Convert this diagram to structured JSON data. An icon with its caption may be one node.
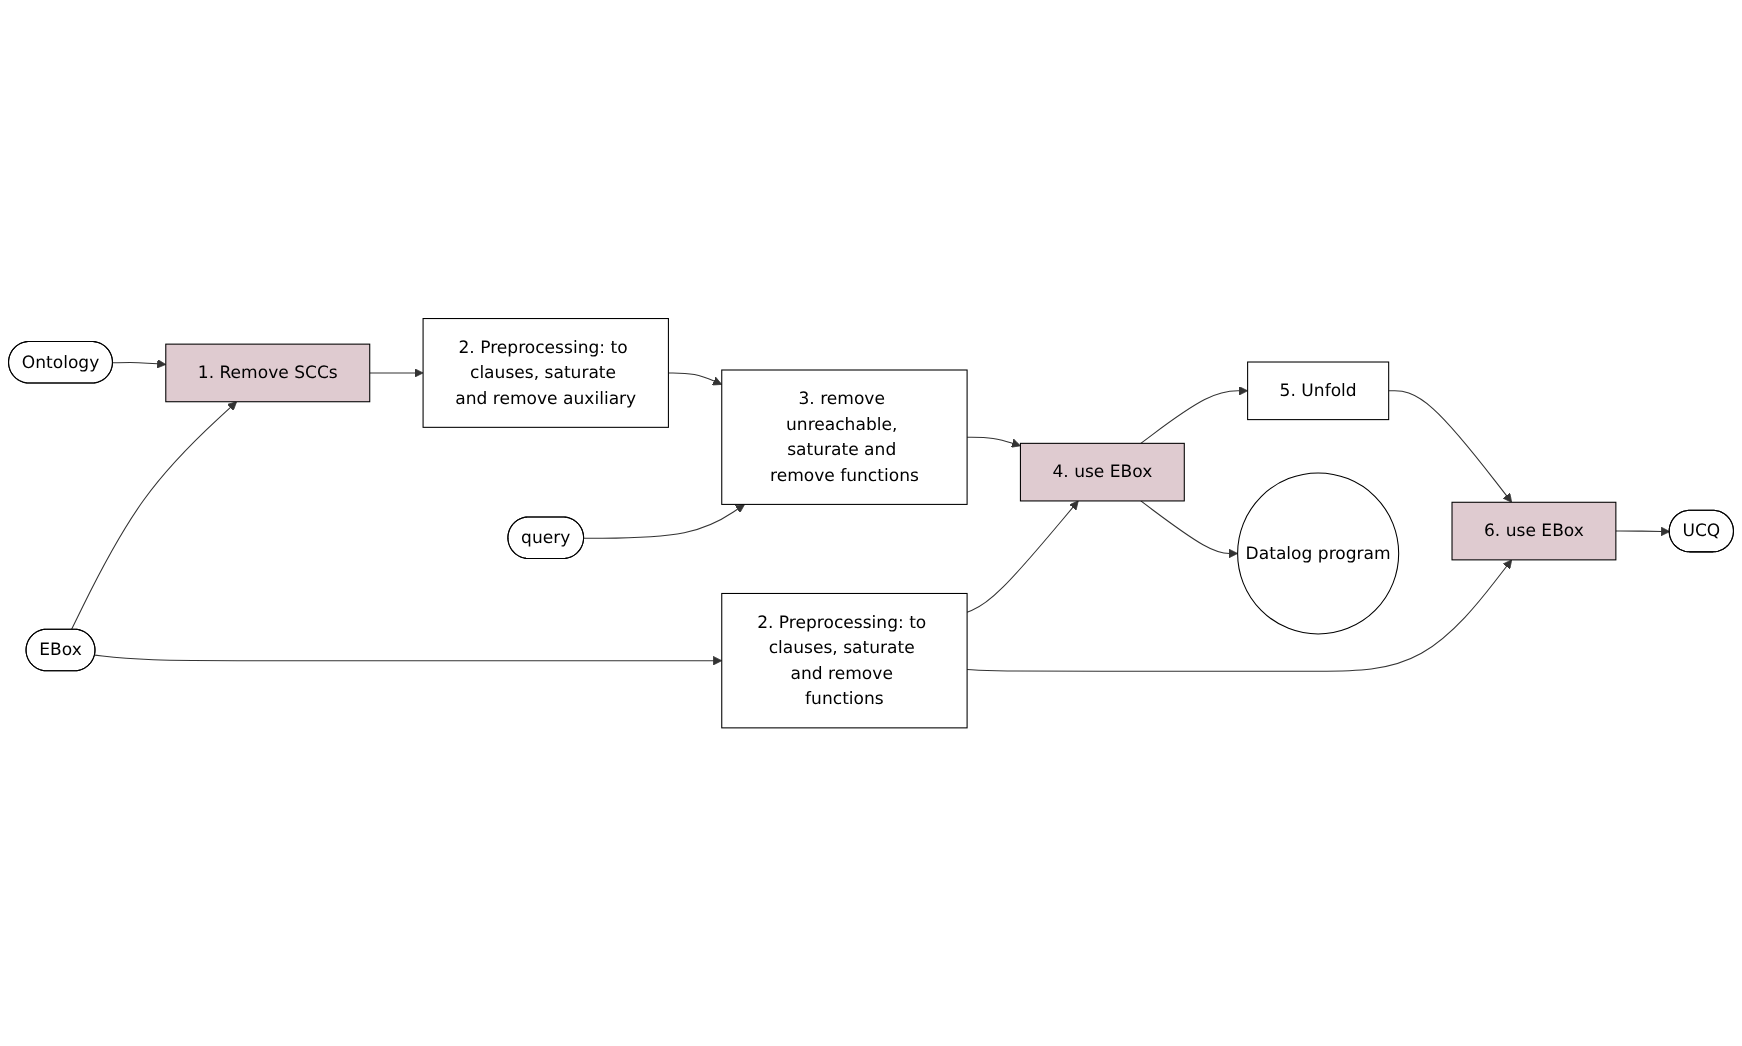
{
  "diagram": {
    "nodes": [
      {
        "text": [
          "Ontology"
        ]
      },
      {
        "text": [
          "1. Remove SCCs"
        ]
      },
      {
        "text": [
          "2. Preprocessing: to clauses, saturate and remove auxiliary"
        ]
      },
      {
        "text": [
          "query"
        ]
      },
      {
        "text": [
          "EBox"
        ]
      },
      {
        "text": [
          "2. Preprocessing: to clauses, saturate and remove functions"
        ]
      },
      {
        "text": [
          "4. use EBox"
        ]
      },
      {
        "text": [
          "3. remove unreachable, saturate and remove functions"
        ]
      },
      {
        "text": [
          "UCQ"
        ]
      },
      {
        "text": [
          "6. use EBox"
        ]
      },
      {
        "text": [
          "5. Unfold"
        ]
      },
      {
        "text": [
          "Datalog program"
        ]
      }
    ],
    "edges": [
      {
        "from": 0,
        "to": 1,
        "arrow": "to"
      },
      {
        "from": 4,
        "to": 1,
        "arrow": "to"
      },
      {
        "from": 1,
        "to": 2,
        "arrow": "to"
      },
      {
        "from": 2,
        "to": 7,
        "arrow": "to"
      },
      {
        "from": 3,
        "to": 7,
        "arrow": "to"
      },
      {
        "from": 4,
        "to": 5,
        "arrow": "to"
      },
      {
        "from": 5,
        "to": 6,
        "arrow": "to"
      },
      {
        "from": 7,
        "to": 6,
        "arrow": "to"
      },
      {
        "from": 6,
        "to": 10,
        "arrow": "to"
      },
      {
        "from": 6,
        "to": 11,
        "arrow": "to"
      },
      {
        "from": 5,
        "to": 9,
        "arrow": "to"
      },
      {
        "from": 10,
        "to": 9,
        "arrow": "to"
      },
      {
        "from": 9,
        "to": 8,
        "arrow": "to"
      }
    ]
  }
}
